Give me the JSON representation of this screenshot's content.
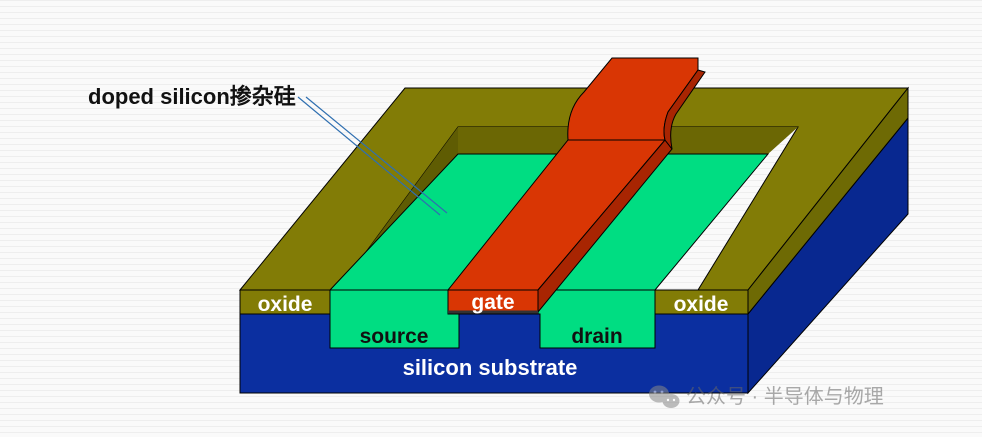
{
  "diagram": {
    "labels": {
      "doped_silicon": "doped silicon掺杂硅",
      "oxide_left": "oxide",
      "oxide_right": "oxide",
      "gate": "gate",
      "source": "source",
      "drain": "drain",
      "substrate": "silicon substrate"
    },
    "watermark": {
      "text": "公众号 · 半导体与物理",
      "icon": "wechat-icon"
    },
    "colors": {
      "substrate": "#0b2fa0",
      "oxide": "#827c06",
      "doped_silicon": "#00dd82",
      "gate": "#d93604",
      "label_white": "#ffffff",
      "label_dark": "#111111"
    }
  }
}
